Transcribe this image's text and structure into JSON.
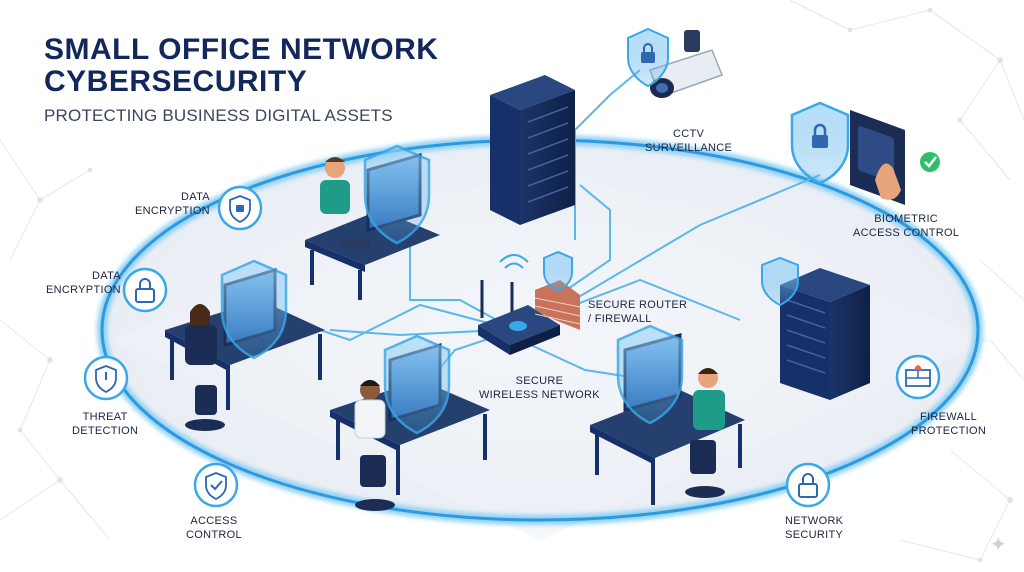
{
  "header": {
    "title_line1": "SMALL OFFICE NETWORK",
    "title_line2": "CYBERSECURITY",
    "subtitle": "PROTECTING BUSINESS DIGITAL ASSETS"
  },
  "labels": {
    "data_encryption_top": [
      "DATA",
      "ENCRYPTION"
    ],
    "data_encryption_mid": [
      "DATA",
      "ENCRYPTION"
    ],
    "threat_detection": [
      "THREAT",
      "DETECTION"
    ],
    "access_control": [
      "ACCESS",
      "CONTROL"
    ],
    "cctv": [
      "CCTV",
      "SURVEILLANCE"
    ],
    "biometric": [
      "BIOMETRIC",
      "ACCESS CONTROL"
    ],
    "router": [
      "SECURE ROUTER",
      "/ FIREWALL"
    ],
    "wireless": [
      "SECURE",
      "WIRELESS NETWORK"
    ],
    "firewall_protection": [
      "FIREWALL",
      "PROTECTION"
    ],
    "network_security": [
      "NETWORK",
      "SECURITY"
    ]
  },
  "icons": {
    "left_ring": [
      "lock-shield-icon",
      "padlock-icon",
      "shield-threat-icon",
      "check-shield-icon"
    ],
    "right_ring": [
      "firewall-icon",
      "padlock-icon"
    ],
    "devices": [
      "server-rack-icon",
      "cctv-camera-icon",
      "biometric-scanner-icon",
      "router-icon",
      "brick-firewall-icon",
      "workstation-icon"
    ]
  },
  "colors": {
    "navy": "#12285a",
    "glow_blue": "#3aa7e8",
    "line_blue": "#5bb7ea",
    "monitor_blue": "#4a86c9",
    "floor": "#edf1f6",
    "check_green": "#2fbf6a"
  }
}
